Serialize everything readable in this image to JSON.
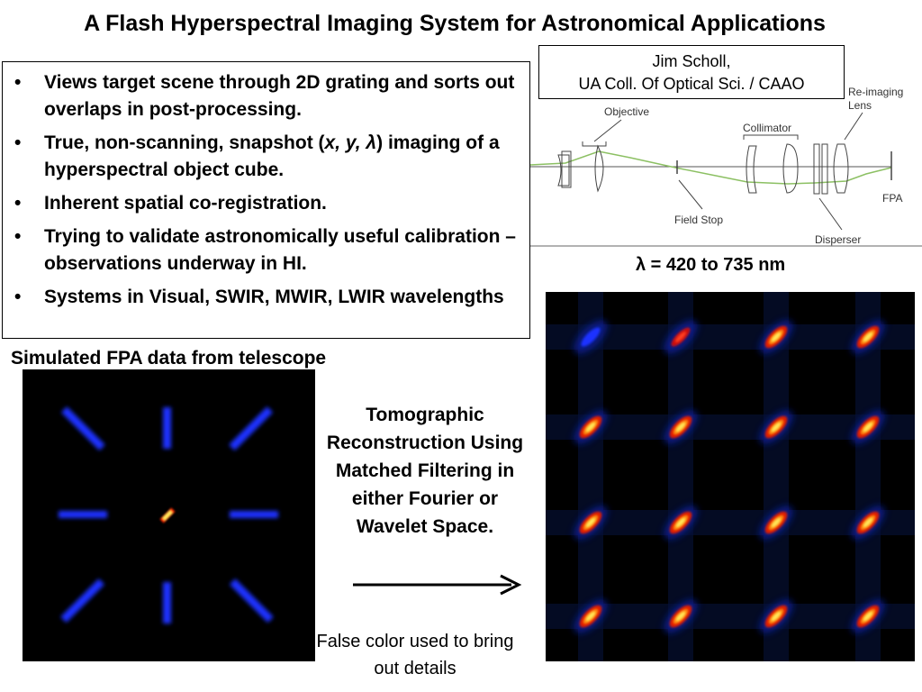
{
  "title": "A Flash Hyperspectral Imaging System for Astronomical Applications",
  "author": {
    "name": "Jim Scholl,",
    "affiliation": "UA Coll. Of Optical Sci. / CAAO"
  },
  "bullets": [
    {
      "text": "Views target scene through 2D grating and sorts out overlaps in post-processing."
    },
    {
      "pre": "True, non-scanning, snapshot (",
      "vars": "x, y, λ",
      "post": ") imaging of a hyperspectral object cube."
    },
    {
      "text": "Inherent spatial co-registration."
    },
    {
      "text": "Trying to validate astronomically useful calibration – observations underway in HI."
    },
    {
      "text": "Systems in Visual, SWIR, MWIR, LWIR wavelengths"
    }
  ],
  "bullet_symbol": "•",
  "optics_labels": {
    "objective": "Objective",
    "collimator": "Collimator",
    "reimaging": [
      "Re-imaging",
      "Lens"
    ],
    "field_stop": "Field Stop",
    "disperser": "Disperser",
    "fpa": "FPA"
  },
  "lambda_range": "λ = 420 to 735 nm",
  "sim_caption": "Simulated FPA data from telescope",
  "recon_caption": "Tomographic Reconstruction Using Matched Filtering in either Fourier or Wavelet Space.",
  "false_color_note": "False color used to bring out details",
  "icons": {
    "arrow": "arrow-right-icon"
  },
  "colors": {
    "ray": "#8cc063",
    "blob_blue": "#1a33ff",
    "hot_red": "#ff2a00",
    "hot_yellow": "#ffe85a"
  }
}
